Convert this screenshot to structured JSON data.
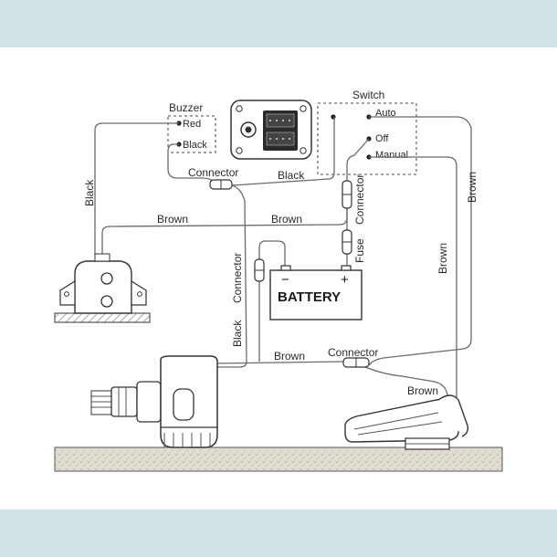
{
  "labels": {
    "buzzer": "Buzzer",
    "red": "Red",
    "black": "Black",
    "switch": "Switch",
    "auto": "Auto",
    "off": "Off",
    "manual": "Manual",
    "connector": "Connector",
    "brown": "Brown",
    "fuse": "Fuse",
    "battery": "BATTERY",
    "minus": "−",
    "plus": "+"
  },
  "colors": {
    "background_band": "#d2e3e8",
    "wire": "#6a6a6a",
    "ground": "#d8d3c8"
  }
}
